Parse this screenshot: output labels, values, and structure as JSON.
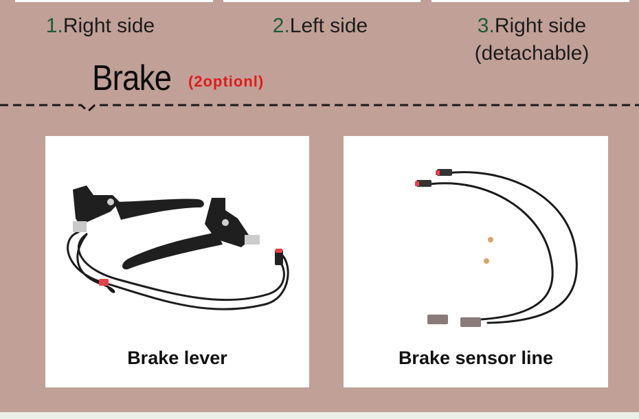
{
  "options": [
    {
      "number": "1.",
      "text": "Right side"
    },
    {
      "number": "2.",
      "text": "Left side"
    },
    {
      "number": "3.",
      "text": "Right side",
      "text2": "(detachable)"
    }
  ],
  "section": {
    "title": "Brake",
    "subtitle": "(2optionl)"
  },
  "cards": [
    {
      "label": "Brake lever"
    },
    {
      "label": "Brake sensor line"
    }
  ],
  "colors": {
    "background": "#c1a097",
    "card": "#ffffff",
    "accent_red": "#e01b1b",
    "number_green": "#1e5a3c"
  }
}
